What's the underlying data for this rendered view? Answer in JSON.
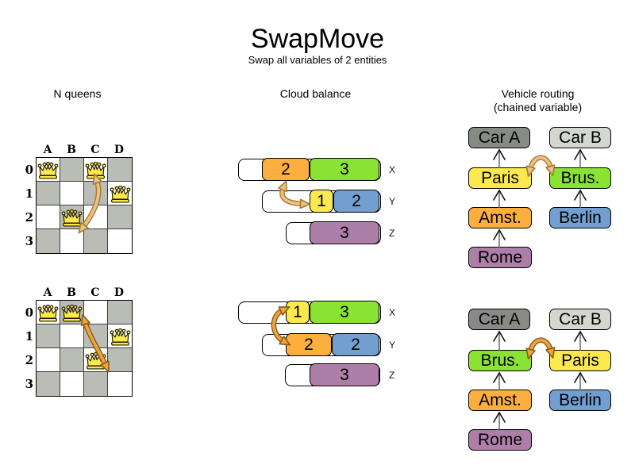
{
  "title": "SwapMove",
  "subtitle": "Swap all variables of 2 entities",
  "palette": {
    "yellow": "#fce94f",
    "orange": "#fcaf3e",
    "green": "#8ae234",
    "blue": "#729fcf",
    "purple": "#ad7fa8",
    "car_a_gray": "#888a85",
    "car_b_gray": "#d3d7cf",
    "board_dark_cell": "#babdb6",
    "swap_arrow_before": "#e9c189",
    "swap_arrow_after": "#eca444"
  },
  "nqueens": {
    "heading": "N queens",
    "columns": [
      "A",
      "B",
      "C",
      "D"
    ],
    "rows": [
      "0",
      "1",
      "2",
      "3"
    ],
    "before": {
      "queens": [
        "A0",
        "C0",
        "D1",
        "B2"
      ],
      "swap": [
        "C0",
        "B2"
      ]
    },
    "after": {
      "queens": [
        "A0",
        "B0",
        "D1",
        "C2"
      ],
      "swap": [
        "B0",
        "C2"
      ]
    }
  },
  "cloud": {
    "heading": "Cloud balance",
    "before": {
      "rows": [
        {
          "label": "X",
          "blocks": [
            {
              "value": "2",
              "color": "orange"
            },
            {
              "value": "3",
              "color": "green"
            }
          ]
        },
        {
          "label": "Y",
          "blocks": [
            {
              "value": "1",
              "color": "yellow"
            },
            {
              "value": "2",
              "color": "blue"
            }
          ]
        },
        {
          "label": "Z",
          "blocks": [
            {
              "value": "3",
              "color": "purple"
            }
          ]
        }
      ]
    },
    "after": {
      "rows": [
        {
          "label": "X",
          "blocks": [
            {
              "value": "1",
              "color": "yellow"
            },
            {
              "value": "3",
              "color": "green"
            }
          ]
        },
        {
          "label": "Y",
          "blocks": [
            {
              "value": "2",
              "color": "orange"
            },
            {
              "value": "2",
              "color": "blue"
            }
          ]
        },
        {
          "label": "Z",
          "blocks": [
            {
              "value": "3",
              "color": "purple"
            }
          ]
        }
      ]
    }
  },
  "vehicle": {
    "heading": "Vehicle routing",
    "subheading": "(chained variable)",
    "before": {
      "chain_a": [
        {
          "label": "Car A",
          "color": "car_a_gray"
        },
        {
          "label": "Paris",
          "color": "yellow"
        },
        {
          "label": "Amst.",
          "color": "orange"
        },
        {
          "label": "Rome",
          "color": "purple"
        }
      ],
      "chain_b": [
        {
          "label": "Car B",
          "color": "car_b_gray"
        },
        {
          "label": "Brus.",
          "color": "green"
        },
        {
          "label": "Berlin",
          "color": "blue"
        }
      ],
      "swap": [
        "Paris",
        "Brus."
      ]
    },
    "after": {
      "chain_a": [
        {
          "label": "Car A",
          "color": "car_a_gray"
        },
        {
          "label": "Brus.",
          "color": "green"
        },
        {
          "label": "Amst.",
          "color": "orange"
        },
        {
          "label": "Rome",
          "color": "purple"
        }
      ],
      "chain_b": [
        {
          "label": "Car B",
          "color": "car_b_gray"
        },
        {
          "label": "Paris",
          "color": "yellow"
        },
        {
          "label": "Berlin",
          "color": "blue"
        }
      ],
      "swap": [
        "Brus.",
        "Paris"
      ]
    }
  }
}
